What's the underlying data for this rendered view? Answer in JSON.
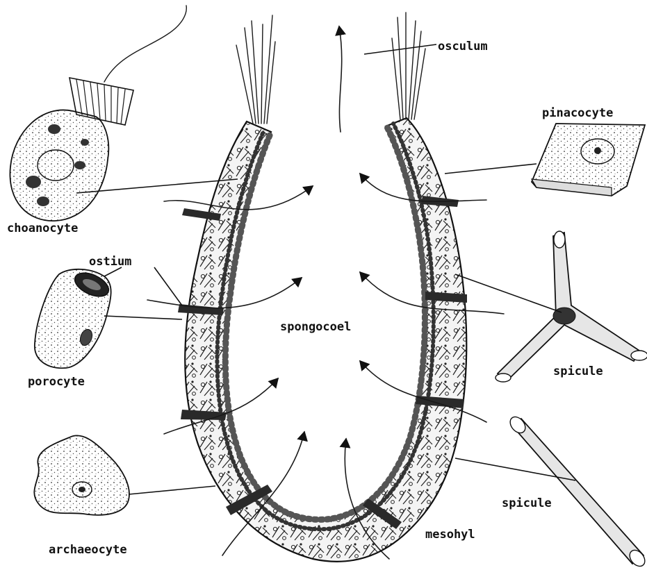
{
  "labels": {
    "osculum": "osculum",
    "pinacocyte": "pinacocyte",
    "choanocyte": "choanocyte",
    "ostium": "ostium",
    "spongocoel": "spongocoel",
    "porocyte": "porocyte",
    "spicule_triradiate": "spicule",
    "spicule_monaxon": "spicule",
    "archaeocyte": "archaeocyte",
    "mesohyl": "mesohyl"
  }
}
